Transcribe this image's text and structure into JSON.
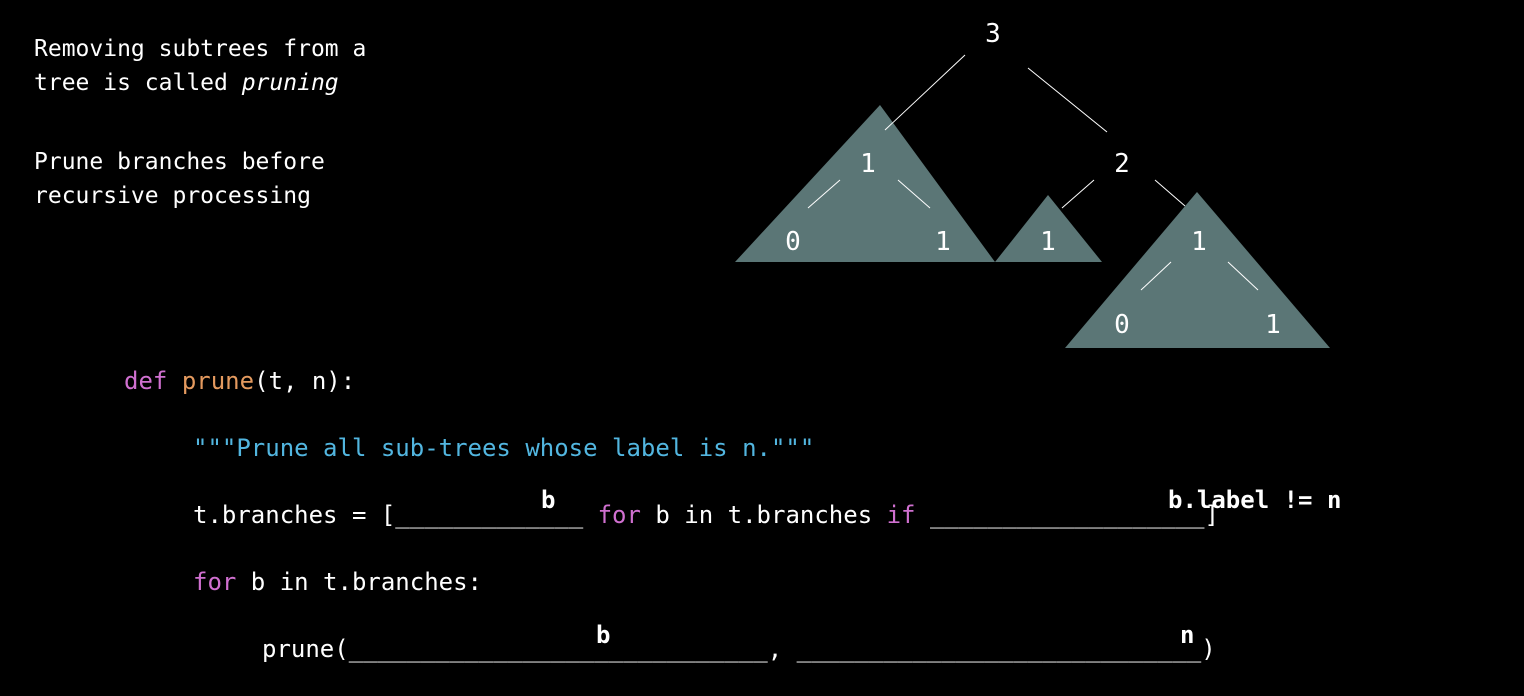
{
  "intro": {
    "line1": "Removing subtrees from a",
    "line2_prefix": "tree is called ",
    "line2_emph": "pruning",
    "line3": "Prune branches before",
    "line4": "recursive processing"
  },
  "tree": {
    "root": "3",
    "left_node": "1",
    "left_child_a": "0",
    "left_child_b": "1",
    "right_node": "2",
    "right_child_a": "1",
    "right_child_b": "1",
    "right_grand_a": "0",
    "right_grand_b": "1",
    "shade_color": "#5b7676"
  },
  "code": {
    "line1": {
      "kw": "def",
      "fn": "prune",
      "rest": "(t, n):"
    },
    "line2": {
      "doc": "\"\"\"Prune all sub-trees whose label is n.\"\"\""
    },
    "line3": {
      "prefix": "t.branches = [",
      "blank1": "_____________",
      "mid_kw": "for",
      "mid": " b in t.branches ",
      "if_kw": "if",
      "blank2": " ___________________",
      "suffix": "]"
    },
    "line4": {
      "kw": "for",
      "rest": " b in t.branches:"
    },
    "line5": {
      "prefix": "prune(",
      "blank1": "_____________________________",
      "comma": ", ",
      "blank2": "____________________________",
      "suffix": ")"
    }
  },
  "answers": {
    "a1": "b",
    "a2": "b.label != n",
    "a3": "b",
    "a4": "n"
  }
}
